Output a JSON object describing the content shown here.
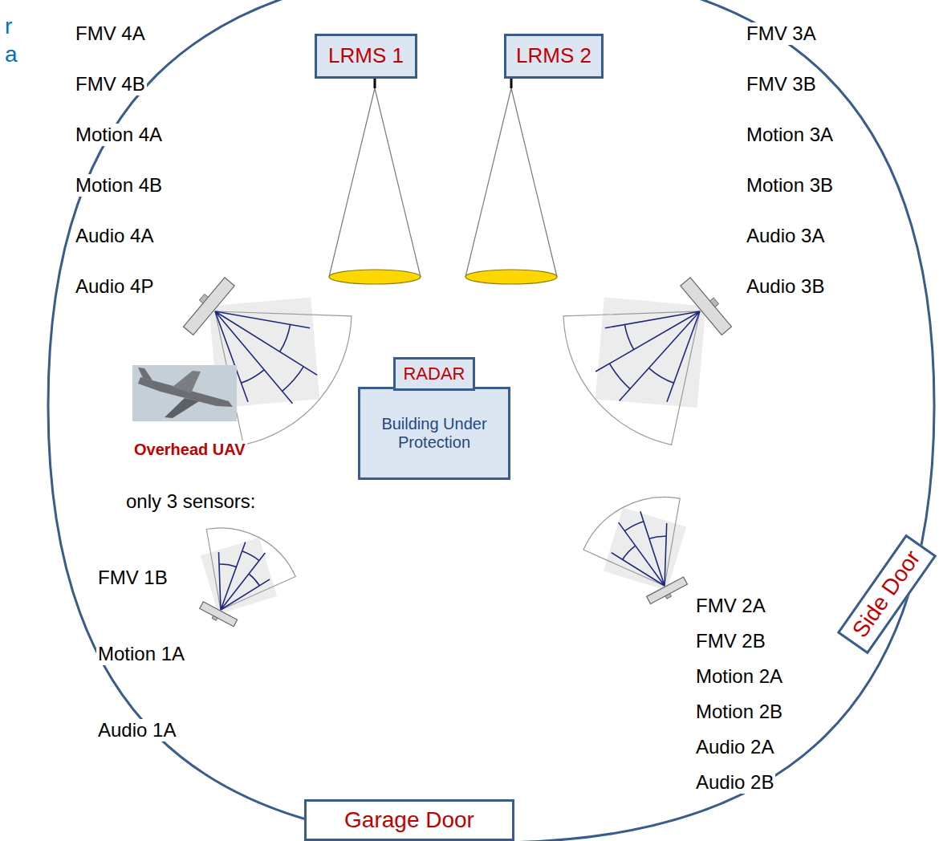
{
  "diagram": {
    "nodes": [
      {
        "text": [
          "LRMS 1"
        ]
      },
      {
        "text": [
          "LRMS 2"
        ]
      },
      {
        "text": [
          "RADAR"
        ]
      },
      {
        "text": [
          "Building Under Protection"
        ]
      },
      {
        "text": [
          "Side Door"
        ]
      },
      {
        "text": [
          "Garage Door"
        ]
      }
    ],
    "labels": [
      "r",
      "a",
      "FMV 4A",
      "FMV 4B",
      "Motion 4A",
      "Motion 4B",
      "Audio 4A",
      "Audio 4P",
      "FMV 3A",
      "FMV 3B",
      "Motion 3A",
      "Motion 3B",
      "Audio 3A",
      "Audio 3B",
      "Overhead UAV",
      "only 3 sensors:",
      "FMV 1B",
      "Motion 1A",
      "Audio 1A",
      "FMV 2A",
      "FMV 2B",
      "Motion 2A",
      "Motion 2B",
      "Audio 2A",
      "Audio 2B"
    ]
  }
}
